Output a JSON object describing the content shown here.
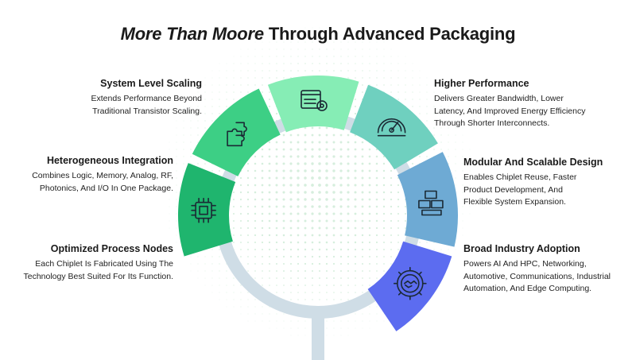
{
  "title": {
    "italic": "More Than Moore",
    "rest": " Through Advanced Packaging"
  },
  "colors": {
    "ring": "#cfdde6",
    "dots": "#d6eedd",
    "seg_system_scaling": "#86edb5",
    "seg_heterogeneous": "#3dcf85",
    "seg_process_nodes": "#1fb56e",
    "seg_performance": "#6fd0bf",
    "seg_modular": "#6eaad4",
    "seg_adoption": "#5c6cf0",
    "icon_stroke": "#1b2a35"
  },
  "features": {
    "system_scaling": {
      "title": "System Level Scaling",
      "desc": [
        "Extends Performance Beyond",
        "Traditional Transistor Scaling."
      ],
      "icon": "dashboard-settings-icon"
    },
    "heterogeneous": {
      "title": "Heterogeneous Integration",
      "desc": [
        "Combines Logic, Memory, Analog, RF,",
        "Photonics, And I/O In One Package."
      ],
      "icon": "puzzle-icon"
    },
    "process_nodes": {
      "title": "Optimized Process Nodes",
      "desc": [
        "Each Chiplet Is Fabricated Using The",
        "Technology Best Suited For Its Function."
      ],
      "icon": "chip-icon"
    },
    "performance": {
      "title": "Higher Performance",
      "desc": [
        "Delivers Greater Bandwidth, Lower",
        "Latency, And Improved Energy Efficiency",
        "Through Shorter Interconnects."
      ],
      "icon": "speedometer-icon"
    },
    "modular": {
      "title": "Modular And Scalable Design",
      "desc": [
        "Enables Chiplet Reuse, Faster",
        "Product Development, And",
        "Flexible System Expansion."
      ],
      "icon": "building-blocks-icon"
    },
    "adoption": {
      "title": "Broad Industry Adoption",
      "desc": [
        "Powers AI And HPC, Networking,",
        "Automotive, Communications, Industrial",
        "Automation, And Edge Computing."
      ],
      "icon": "handshake-gear-icon"
    }
  }
}
